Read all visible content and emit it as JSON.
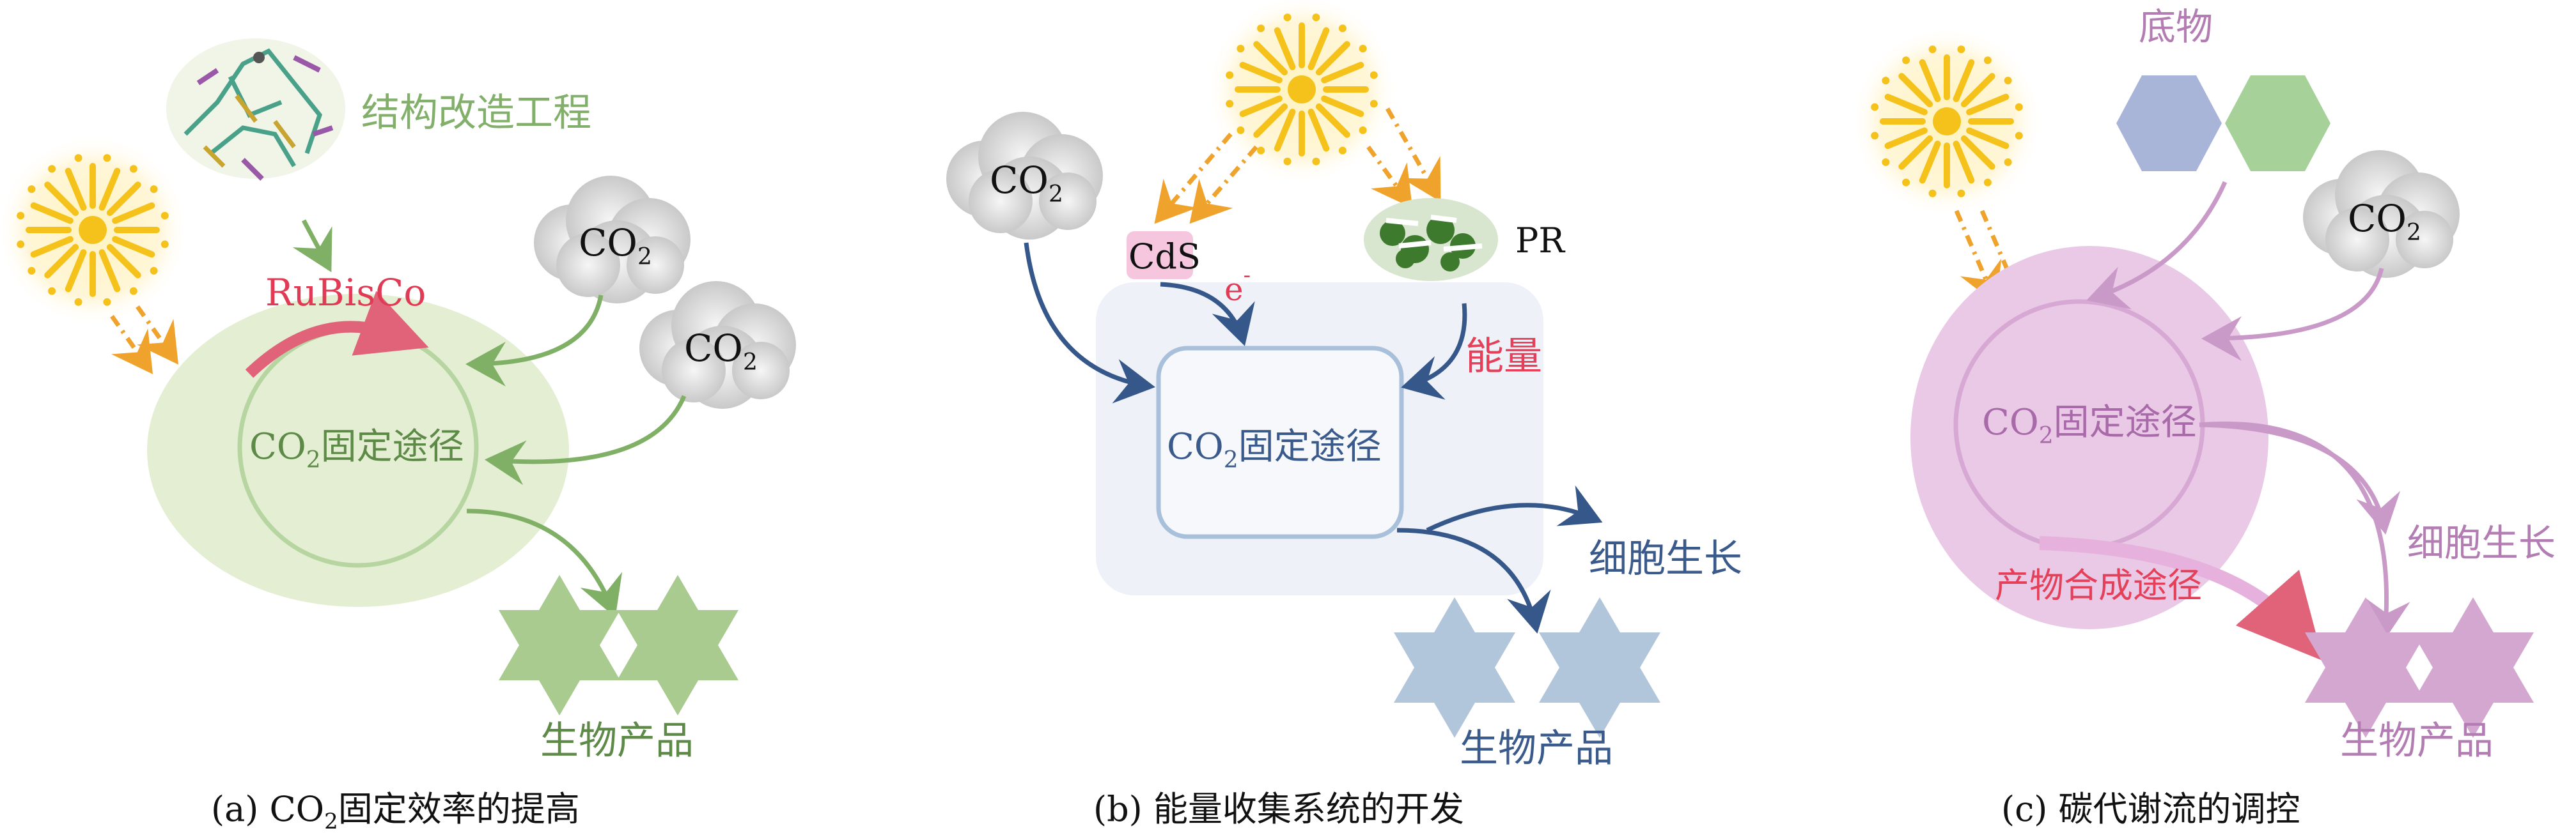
{
  "colors": {
    "green_text": "#6d9b52",
    "green_fill": "#e3eed2",
    "green_star": "#a9cb8f",
    "blue_text": "#3b5a8c",
    "blue_fill": "#eef1f8",
    "blue_star": "#b2c6db",
    "purple_text": "#b37db4",
    "purple_fill": "#e9c9e6",
    "purple_star": "#d4a7d1",
    "red": "#e5405a",
    "orange": "#f0a32c",
    "sun": "#f5c21b"
  },
  "panel_a": {
    "engineering_label": "结构改造工程",
    "enzyme_label": "RuBisCo",
    "co2_1": "CO",
    "co2_2": "CO",
    "sub2": "2",
    "pathway_prefix": "CO",
    "pathway_suffix": "固定途径",
    "products": "生物产品",
    "caption_prefix": "(a) CO",
    "caption_suffix": "固定效率的提高"
  },
  "panel_b": {
    "co2": "CO",
    "sub2": "2",
    "cds": "CdS",
    "electron": "e",
    "electron_sup": "-",
    "pr": "PR",
    "energy": "能量",
    "pathway_prefix": "CO",
    "pathway_suffix": "固定途径",
    "growth": "细胞生长",
    "products": "生物产品",
    "caption": "(b) 能量收集系统的开发"
  },
  "panel_c": {
    "substrate": "底物",
    "co2": "CO",
    "sub2": "2",
    "pathway_prefix": "CO",
    "pathway_suffix": "固定途径",
    "synthesis": "产物合成途径",
    "growth": "细胞生长",
    "products": "生物产品",
    "caption": "(c) 碳代谢流的调控"
  }
}
